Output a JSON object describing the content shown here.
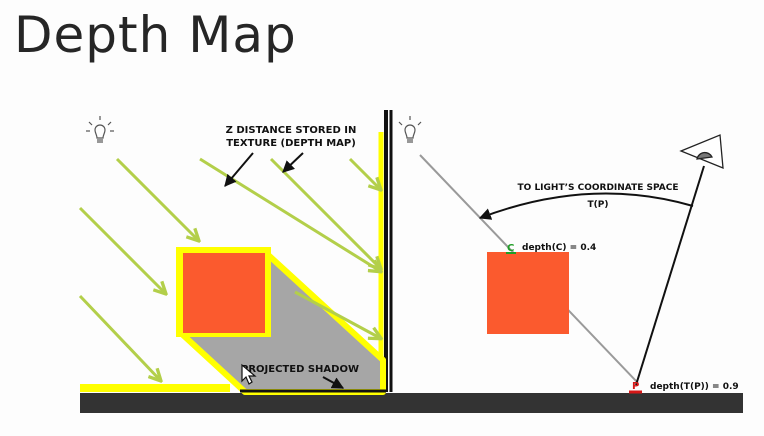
{
  "slide": {
    "title": "Depth Map"
  },
  "left_panel": {
    "annotation_line1": "Z DISTANCE STORED IN",
    "annotation_line2": "TEXTURE (DEPTH MAP)",
    "shadow_label": "PROJECTED SHADOW"
  },
  "right_panel": {
    "transform_line1": "TO LIGHT’S COORDINATE SPACE",
    "transform_line2": "T(P)",
    "point_c": "C",
    "depth_c": "depth(C) = 0.4",
    "point_p": "P",
    "depth_p": "depth(T(P)) = 0.9"
  },
  "colors": {
    "object": "#fb5a2e",
    "highlight": "#ffff00",
    "shadow": "#a6a6a6",
    "ground": "#333333",
    "ray": "#b3cf4a",
    "point_c": "#1f9c25",
    "point_p": "#d61818"
  },
  "icons": [
    "light-bulb-icon",
    "eye-camera-icon",
    "mouse-cursor-icon"
  ]
}
